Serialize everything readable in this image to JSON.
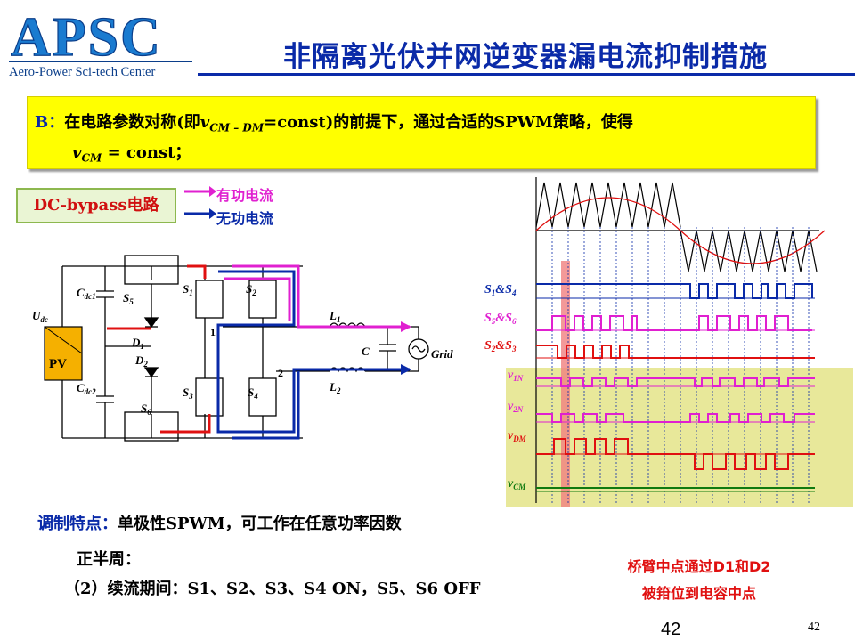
{
  "logo": {
    "letters": "APSC",
    "subtitle": "Aero-Power Sci-tech Center"
  },
  "title": "非隔离光伏并网逆变器漏电流抑制措施",
  "condition": {
    "prefix": "B：",
    "line1_a": "在电路参数对称(即",
    "v": "v",
    "sub1": "CM – DM",
    "line1_b": "=const)的前提下，通过合适的SPWM策略，使得",
    "sub2": "CM",
    "line2_b": " = const；"
  },
  "dc_bypass_label": "DC-bypass电路",
  "legend": {
    "active": "有功电流",
    "reactive": "无功电流"
  },
  "circuit": {
    "udc": "U",
    "udc_sub": "dc",
    "pv": "PV",
    "cdc1": "C",
    "cdc1_sub": "dc1",
    "cdc2": "C",
    "cdc2_sub": "dc2",
    "s5": "S",
    "s5_sub": "5",
    "s6": "S",
    "s6_sub": "6",
    "d1": "D",
    "d1_sub": "1",
    "d2": "D",
    "d2_sub": "2",
    "s1": "S",
    "s1_sub": "1",
    "s2": "S",
    "s2_sub": "2",
    "s3": "S",
    "s3_sub": "3",
    "s4": "S",
    "s4_sub": "4",
    "node1": "1",
    "node2": "2",
    "l1": "L",
    "l1_sub": "1",
    "l2": "L",
    "l2_sub": "2",
    "c": "C",
    "grid": "Grid"
  },
  "waveform": {
    "s1s4": {
      "a": "S",
      "a_sub": "1",
      "b": "&S",
      "b_sub": "4"
    },
    "s5s6": {
      "a": "S",
      "a_sub": "5",
      "b": "&S",
      "b_sub": "6"
    },
    "s2s3": {
      "a": "S",
      "a_sub": "2",
      "b": "&S",
      "b_sub": "3"
    },
    "v1n": {
      "a": "v",
      "a_sub": "1N"
    },
    "v2n": {
      "a": "v",
      "a_sub": "2N"
    },
    "vdm": {
      "a": "v",
      "a_sub": "DM"
    },
    "vcm": {
      "a": "v",
      "a_sub": "CM"
    },
    "colors": {
      "blue": "#0a2aa8",
      "magenta": "#e020d0",
      "red": "#e01010",
      "green": "#107a10",
      "shade": "#e8e89a"
    }
  },
  "modulation": {
    "label": "调制特点：",
    "text": "单极性SPWM，可工作在任意功率因数"
  },
  "positive_half": "正半周：",
  "freewheel": "（2）续流期间：S1、S2、S3、S4 ON，S5、S6 OFF",
  "note": {
    "line1": "桥臂中点通过D1和D2",
    "line2": "被箝位到电容中点"
  },
  "page_number": "42",
  "page_number_small": "42"
}
